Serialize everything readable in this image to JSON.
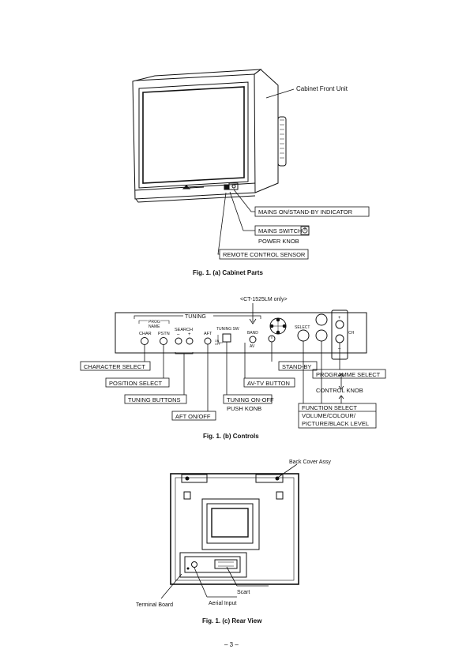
{
  "figure_a": {
    "caption": "Fig. 1. (a) Cabinet Parts",
    "label_cabinet_front": "Cabinet Front Unit",
    "label_mains_indicator": "MAINS ON/STAND-BY INDICATOR",
    "label_mains_switch": "MAINS SWITCH",
    "label_power_knob": "POWER KNOB",
    "label_remote_sensor": "REMOTE CONTROL SENSOR"
  },
  "figure_b": {
    "caption": "Fig. 1. (b) Controls",
    "note_model": "<CT-1525LM only>",
    "tuning_title": "TUNING",
    "prog_name": "PROG\nNAME",
    "prog_line1": "PROG",
    "prog_line2": "NAME",
    "char_label": "CHAR",
    "pstn_label": "PSTN",
    "search_label": "SEARCH",
    "search_minus": "–",
    "search_plus": "+",
    "aft_label": "AFT",
    "tuning_sw_label": "TUNING SW",
    "on_label": "ON",
    "off_label": "OFF",
    "band_label": "BAND",
    "av_label": "AV",
    "select_label": "SELECT",
    "ch_label": "CH",
    "ch_plus": "+",
    "ch_minus": "–",
    "label_character_select": "CHARACTER SELECT",
    "label_position_select": "POSITION SELECT",
    "label_tuning_buttons": "TUNING BUTTONS",
    "label_aft": "AFT ON/OFF",
    "label_tuning_onoff": "TUNING ON-OFF",
    "label_push_konb": "PUSH KONB",
    "label_av_tv": "AV-TV BUTTON",
    "label_standby": "STAND-BY",
    "label_programme_select": "PROGRAMME SELECT",
    "label_control_knob": "CONTROL KNOB",
    "label_function_select": "FUNCTION SELECT",
    "label_volume": "VOLUME/COLOUR/",
    "label_picture": "PICTURE/BLACK LEVEL"
  },
  "figure_c": {
    "caption": "Fig. 1. (c) Rear View",
    "label_back_cover": "Back Cover Assy",
    "label_scart": "Scart",
    "label_aerial": "Aerial Input",
    "label_terminal": "Terminal Board"
  },
  "page_number": "– 3 –"
}
